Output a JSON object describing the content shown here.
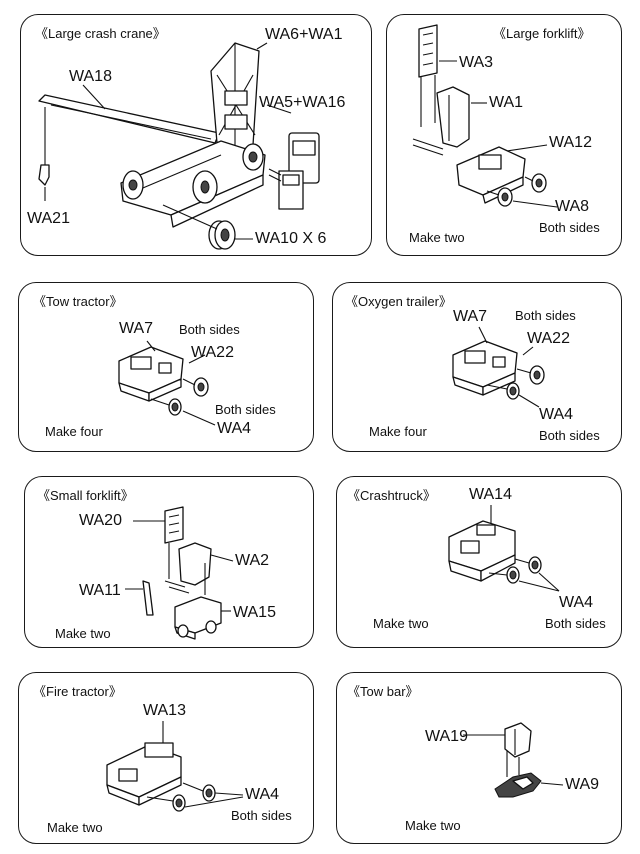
{
  "panels": {
    "crane": {
      "title": "《Large crash crane》",
      "labels": {
        "wa6_wa1": "WA6+WA1",
        "wa18": "WA18",
        "wa5_wa16": "WA5+WA16",
        "wa21": "WA21",
        "wa10": "WA10 X 6"
      }
    },
    "large_forklift": {
      "title": "《Large forklift》",
      "labels": {
        "wa3": "WA3",
        "wa1": "WA1",
        "wa12": "WA12",
        "wa8": "WA8"
      },
      "note_sides": "Both sides",
      "note_make": "Make two"
    },
    "tow_tractor": {
      "title": "《Tow tractor》",
      "labels": {
        "wa7": "WA7",
        "wa22": "WA22",
        "wa4": "WA4"
      },
      "note_sides_top": "Both sides",
      "note_sides_bottom": "Both sides",
      "note_make": "Make four"
    },
    "oxygen_trailer": {
      "title": "《Oxygen trailer》",
      "labels": {
        "wa7": "WA7",
        "wa22": "WA22",
        "wa4": "WA4"
      },
      "note_sides_top": "Both sides",
      "note_sides_bottom": "Both sides",
      "note_make": "Make four"
    },
    "small_forklift": {
      "title": "《Small forklift》",
      "labels": {
        "wa20": "WA20",
        "wa2": "WA2",
        "wa11": "WA11",
        "wa15": "WA15"
      },
      "note_make": "Make two"
    },
    "crashtruck": {
      "title": "《Crashtruck》",
      "labels": {
        "wa14": "WA14",
        "wa4": "WA4"
      },
      "note_sides": "Both sides",
      "note_make": "Make two"
    },
    "fire_tractor": {
      "title": "《Fire tractor》",
      "labels": {
        "wa13": "WA13",
        "wa4": "WA4"
      },
      "note_sides": "Both sides",
      "note_make": "Make two"
    },
    "tow_bar": {
      "title": "《Tow bar》",
      "labels": {
        "wa19": "WA19",
        "wa9": "WA9"
      },
      "note_make": "Make two"
    }
  }
}
